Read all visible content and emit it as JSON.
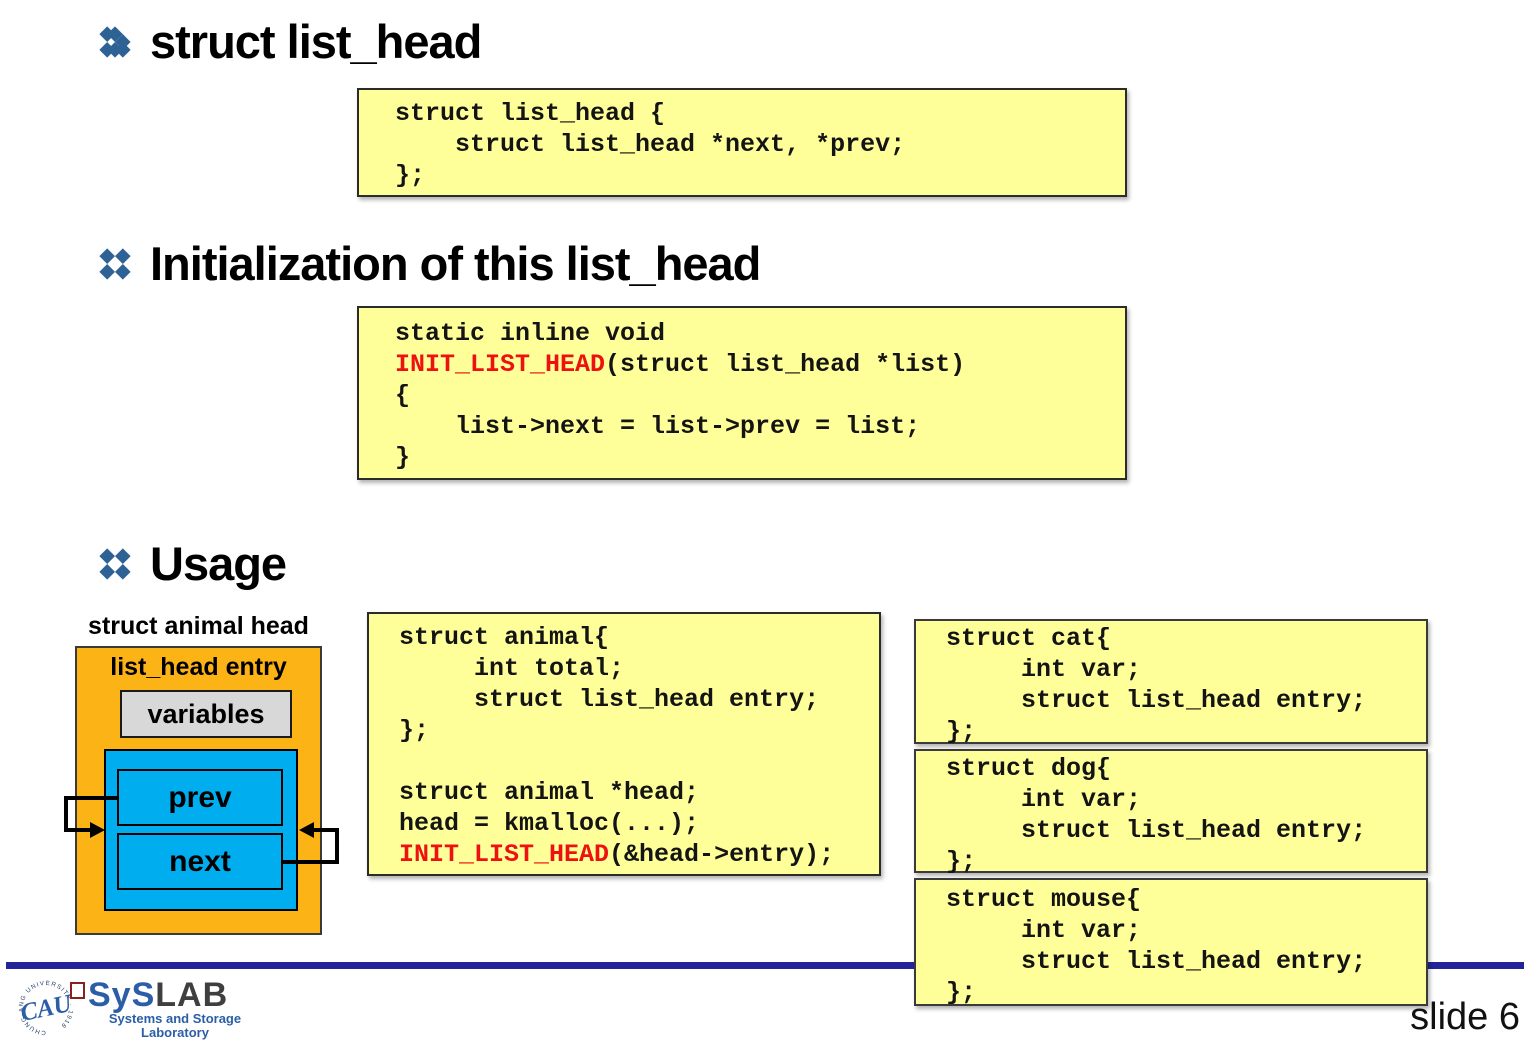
{
  "colors": {
    "bullet_blue": "#2E6295",
    "code_box_bg": "#FFFF99",
    "code_red": "#EE1111",
    "orange": "#FCB315",
    "blue": "#00AEEF",
    "gray_box": "#D8D8D8",
    "divider_navy": "#24249A",
    "logo_blue": "#2B5EA7",
    "logo_dark": "#3F3F3F"
  },
  "sections": [
    {
      "heading": "struct list_head"
    },
    {
      "heading": "Initialization of this list_head"
    },
    {
      "heading": "Usage"
    }
  ],
  "code_boxes": {
    "list_head_def": {
      "lines": [
        [
          {
            "t": "struct list_head {"
          }
        ],
        [
          {
            "t": "    struct list_head *next, *prev;"
          }
        ],
        [
          {
            "t": "};"
          }
        ]
      ]
    },
    "init_list_head": {
      "lines": [
        [
          {
            "t": "static inline void"
          }
        ],
        [
          {
            "t": "INIT_LIST_HEAD",
            "c": "red"
          },
          {
            "t": "(struct list_head *list)"
          }
        ],
        [
          {
            "t": "{"
          }
        ],
        [
          {
            "t": "    list->next = list->prev = list;"
          }
        ],
        [
          {
            "t": "}"
          }
        ]
      ]
    },
    "animal_usage": {
      "lines": [
        [
          {
            "t": "struct animal{"
          }
        ],
        [
          {
            "t": "     int total;"
          }
        ],
        [
          {
            "t": "     struct list_head entry;"
          }
        ],
        [
          {
            "t": "};"
          }
        ],
        [],
        [
          {
            "t": "struct animal *head;"
          }
        ],
        [
          {
            "t": "head = kmalloc(...);"
          }
        ],
        [
          {
            "t": "INIT_LIST_HEAD",
            "c": "red"
          },
          {
            "t": "(&head->entry);"
          }
        ]
      ]
    },
    "cat": {
      "lines": [
        [
          {
            "t": "struct cat{"
          }
        ],
        [
          {
            "t": "     int var;"
          }
        ],
        [
          {
            "t": "     struct list_head entry;"
          }
        ],
        [
          {
            "t": "};"
          }
        ]
      ]
    },
    "dog": {
      "lines": [
        [
          {
            "t": "struct dog{"
          }
        ],
        [
          {
            "t": "     int var;"
          }
        ],
        [
          {
            "t": "     struct list_head entry;"
          }
        ],
        [
          {
            "t": "};"
          }
        ]
      ]
    },
    "mouse": {
      "lines": [
        [
          {
            "t": "struct mouse{"
          }
        ],
        [
          {
            "t": "     int var;"
          }
        ],
        [
          {
            "t": "     struct list_head entry;"
          }
        ],
        [
          {
            "t": "};"
          }
        ]
      ]
    }
  },
  "diagram": {
    "outer_label": "struct animal head",
    "inner_label": "list_head entry",
    "variables_label": "variables",
    "prev_label": "prev",
    "next_label": "next"
  },
  "footer": {
    "logo_title_primary": "SyS",
    "logo_title_secondary": "LAB",
    "logo_subtitle_line1": "Systems and Storage",
    "logo_subtitle_line2": "Laboratory",
    "emblem_text": "CAU",
    "emblem_rim_text": "CHUNG-ANG UNIVERSITY · 1918",
    "page_label": "slide 6"
  }
}
